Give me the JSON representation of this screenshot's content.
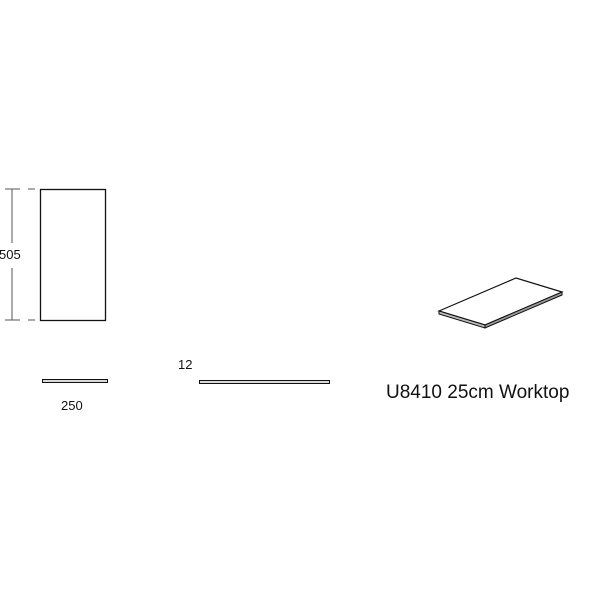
{
  "product": {
    "title": "U8410 25cm Worktop"
  },
  "front_view": {
    "height_dimension": "505"
  },
  "top_view": {
    "width_dimension": "250"
  },
  "side_view": {
    "thickness_dimension": "12"
  },
  "colors": {
    "line": "#111111",
    "dim_line": "#555555",
    "panel_edge_fill": "#d9d9d9",
    "background": "#ffffff"
  }
}
